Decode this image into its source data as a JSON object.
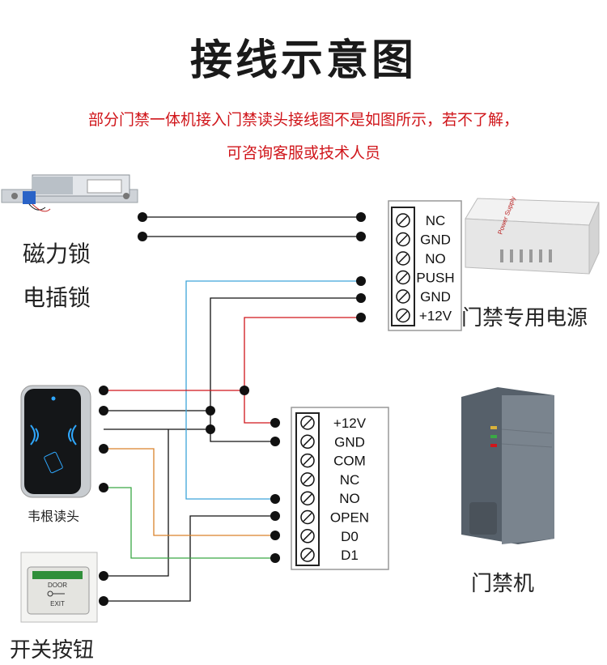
{
  "title": "接线示意图",
  "notice": {
    "line1": "部分门禁一体机接入门禁读头接线图不是如图所示，若不了解，",
    "line2": "可咨询客服或技术人员"
  },
  "labels": {
    "mag_lock": "磁力锁",
    "electric_lock": "电插锁",
    "power_supply": "门禁专用电源",
    "wiegand_reader": "韦根读头",
    "access_controller": "门禁机",
    "exit_button": "开关按钮"
  },
  "power_terminals": [
    "NC",
    "GND",
    "NO",
    "PUSH",
    "GND",
    "+12V"
  ],
  "controller_terminals": [
    "+12V",
    "GND",
    "COM",
    "NC",
    "NO",
    "OPEN",
    "D0",
    "D1"
  ],
  "button_text": {
    "top": "DOOR",
    "bottom": "EXIT"
  },
  "psu_text": "Power Supply",
  "colors": {
    "red": "#d0161b",
    "blue": "#3da5d9",
    "orange": "#d9822b",
    "green": "#3aa845",
    "black": "#111111"
  }
}
